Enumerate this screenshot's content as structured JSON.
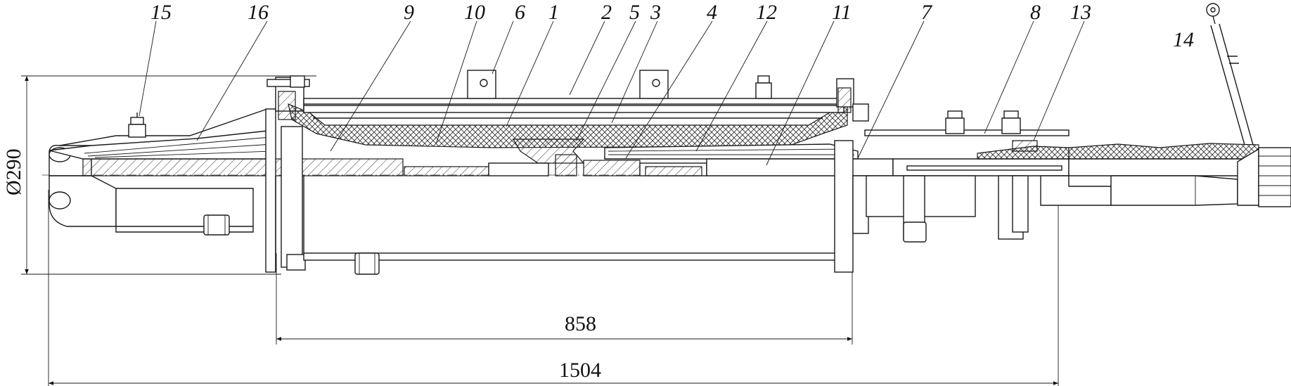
{
  "labels": {
    "l15": "15",
    "l16": "16",
    "l9": "9",
    "l10": "10",
    "l6": "6",
    "l1": "1",
    "l2": "2",
    "l5": "5",
    "l3": "3",
    "l4": "4",
    "l12": "12",
    "l11": "11",
    "l7": "7",
    "l8": "8",
    "l13": "13",
    "l14": "14"
  },
  "dimensions": {
    "diameter": "Ø290",
    "inner_length": "858",
    "overall_length": "1504"
  }
}
